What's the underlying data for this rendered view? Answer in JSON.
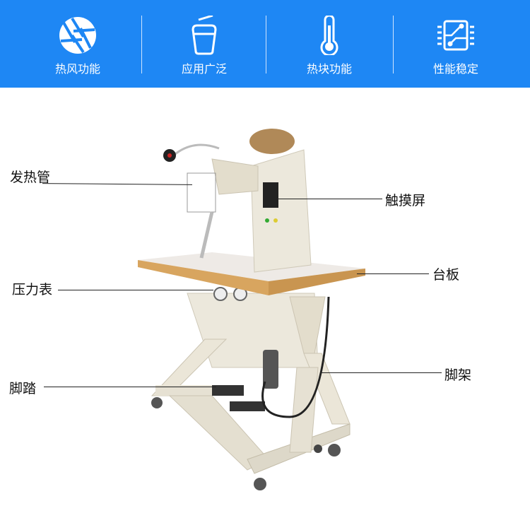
{
  "banner": {
    "bg": "#1e87f4",
    "features": [
      {
        "label": "热风功能",
        "icon": "aperture-icon"
      },
      {
        "label": "应用广泛",
        "icon": "cup-icon"
      },
      {
        "label": "热块功能",
        "icon": "thermometer-icon"
      },
      {
        "label": "性能稳定",
        "icon": "circuit-chip-icon"
      }
    ]
  },
  "callouts": {
    "heating_tube": "发热管",
    "touch_screen": "触摸屏",
    "table_board": "台板",
    "pressure_gauge": "压力表",
    "foot_pedal": "脚踏",
    "stand": "脚架"
  }
}
